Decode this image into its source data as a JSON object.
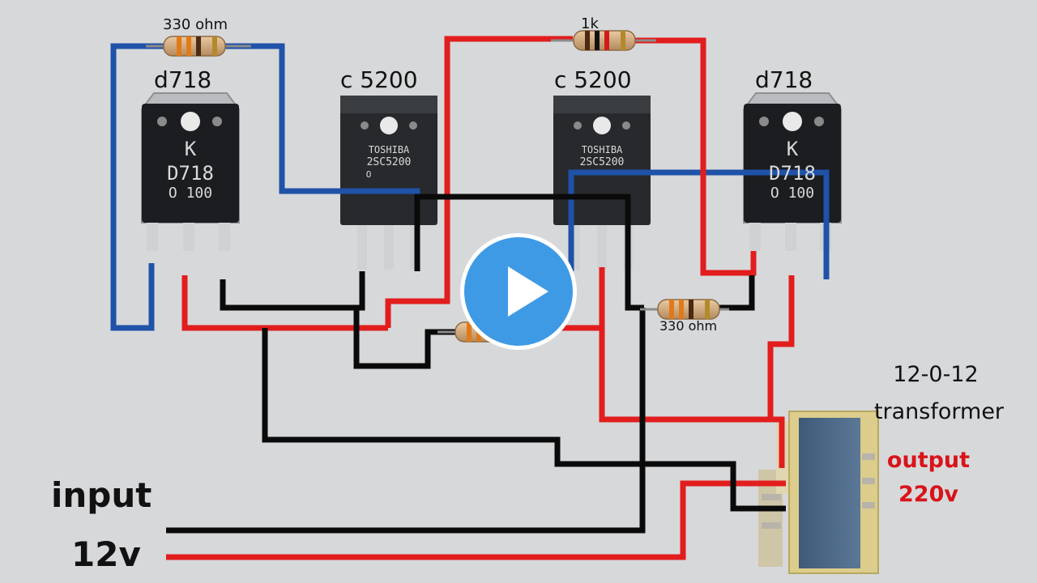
{
  "resistors": {
    "r_top_left": "330 ohm",
    "r_top_right": "1k",
    "r_right_mid": "330 ohm"
  },
  "transistors": {
    "t1": {
      "label": "d718",
      "marking_1": "K",
      "marking_2": "D718",
      "marking_3": "O  100"
    },
    "t2": {
      "label": "c 5200",
      "marking_1": "TOSHIBA",
      "marking_2": "2SC5200",
      "marking_3": "O"
    },
    "t3": {
      "label": "c 5200",
      "marking_1": "TOSHIBA",
      "marking_2": "2SC5200",
      "marking_3": ""
    },
    "t4": {
      "label": "d718",
      "marking_1": "K",
      "marking_2": "D718",
      "marking_3": "O  100"
    }
  },
  "transformer": {
    "line1": "12-0-12",
    "line2": "transformer"
  },
  "output": {
    "line1": "output",
    "line2": "220v"
  },
  "input": {
    "line1": "input",
    "line2": "12v"
  },
  "colors": {
    "wire_blue": "#1f52a8",
    "wire_red": "#e21d1d",
    "wire_black": "#0a0a0a",
    "output_text": "#d8141a",
    "play_button": "#3f9ae5"
  },
  "icons": {
    "play": "play-icon"
  }
}
